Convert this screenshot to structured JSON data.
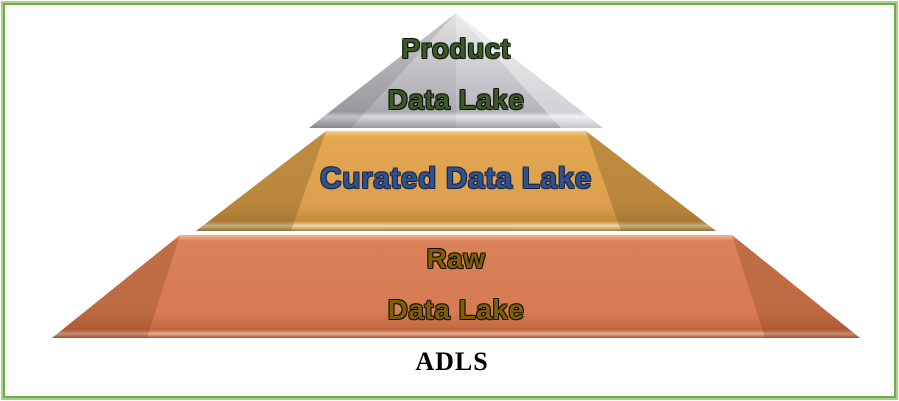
{
  "frame": {
    "border_color": "#70ad47",
    "outer_border_color": "#a9d18e",
    "background": "#ffffff"
  },
  "pyramid": {
    "layers": [
      {
        "name": "product-data-lake",
        "line1": "Product",
        "line2": "Data Lake",
        "fill": "#c9c9cd",
        "highlight": "#eeeeef",
        "light_strip": "#e6e6e8",
        "shadow": "#9da0a8",
        "text_color": "#3a5b23"
      },
      {
        "name": "curated-data-lake",
        "label": "Curated Data Lake",
        "fill": "#dca050",
        "highlight": "#f4cd8e",
        "light_strip": "#eed9ae",
        "shadow": "#aa7c36",
        "text_color": "#2e5191"
      },
      {
        "name": "raw-data-lake",
        "line1": "Raw",
        "line2": "Data Lake",
        "fill": "#d67b52",
        "highlight": "#efb795",
        "light_strip": "#e4ae93",
        "shadow": "#a85430",
        "text_color": "#7d6002"
      }
    ],
    "caption": "ADLS"
  }
}
